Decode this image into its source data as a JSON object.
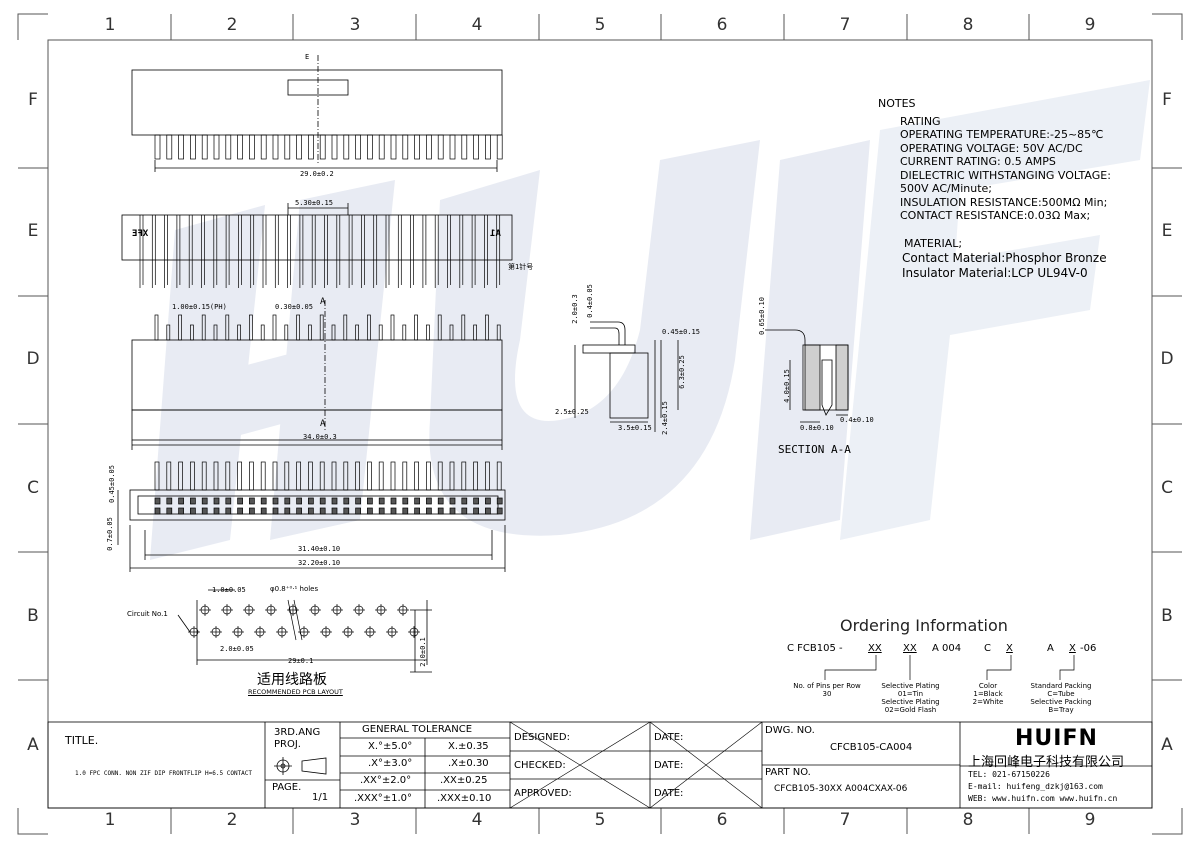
{
  "zones": {
    "columns": [
      "1",
      "2",
      "3",
      "4",
      "5",
      "6",
      "7",
      "8",
      "9"
    ],
    "rows": [
      "F",
      "E",
      "D",
      "C",
      "B",
      "A"
    ]
  },
  "notes": {
    "heading": "NOTES",
    "rating_heading": "RATING",
    "lines": [
      "OPERATING TEMPERATURE:-25~85℃",
      "OPERATING VOLTAGE: 50V AC/DC",
      "CURRENT RATING: 0.5 AMPS",
      "DIELECTRIC WITHSTANGING VOLTAGE:",
      " 500V AC/Minute;",
      "INSULATION RESISTANCE:500MΩ Min;",
      "CONTACT RESISTANCE:0.03Ω Max;"
    ],
    "material_heading": "MATERIAL;",
    "material_lines": [
      "Contact Material:Phosphor Bronze",
      "Insulator Material:LCP UL94V-0"
    ]
  },
  "drawing": {
    "top_view": {
      "dim_width": "29.0±0.2",
      "marker": "E"
    },
    "front_view": {
      "dim_pitch_window": "5.30±0.15",
      "left_mark": "XFE",
      "right_mark": "A1",
      "callout": "第1针号"
    },
    "side_view": {
      "dim_pitch": "1.00±0.15(PH)",
      "dim_pin": "0.30±0.05",
      "dim_total": "34.0±0.3",
      "section_mark": "A"
    },
    "bottom_view": {
      "dim_a": "0.45±0.05",
      "dim_b": "0.7±0.05",
      "dim_inner": "31.40±0.10",
      "dim_outer": "32.20±0.10"
    },
    "profile_view": {
      "d1": "2.0±0.3",
      "d2": "0.4±0.05",
      "d3": "0.45±0.15",
      "d4": "6.3±0.25",
      "d5": "2.5±0.25",
      "d6": "3.5±0.15",
      "d7": "2.4±0.15"
    },
    "section_view": {
      "title": "SECTION A-A",
      "d1": "0.65±0.10",
      "d2": "4.0±0.15",
      "d3": "0.8±0.10",
      "d4": "0.4±0.10"
    },
    "pcb_layout": {
      "title_cn": "适用线路板",
      "title_en": "RECOMMENDED PCB LAYOUT",
      "circuit_label": "Circuit No.1",
      "holes_label": "φ0.8⁺⁰·¹ holes",
      "pitch": "1.0±0.05",
      "row_pitch": "2.0±0.05",
      "span": "29±0.1",
      "height": "2.0±0.1"
    },
    "ordering": {
      "title": "Ordering Information",
      "code_parts": [
        "C FCB105 -",
        "XX",
        "XX",
        "A  004",
        "C",
        "X",
        "A",
        "X",
        "-06"
      ],
      "legend": [
        [
          "No. of Pins per Row",
          "30"
        ],
        [
          "Selective Plating",
          "01=Tin",
          "Selective Plating",
          "02=Gold Flash"
        ],
        [
          "Color",
          "1=Black",
          "2=White"
        ],
        [
          "Standard Packing",
          "C=Tube",
          "Selective Packing",
          "B=Tray"
        ]
      ]
    }
  },
  "title_block": {
    "title_label": "TITLE.",
    "title_text": "1.0 FPC CONN. NON ZIF DIP FRONTFLIP H=6.5 CONTACT",
    "proj_label": "3RD.ANG\nPROJ.",
    "page_label": "PAGE.",
    "page_value": "1/1",
    "tolerance_heading": "GENERAL TOLERANCE",
    "tolerance_rows": [
      [
        "X.°±5.0°",
        "X.±0.35"
      ],
      [
        ".X°±3.0°",
        ".X±0.30"
      ],
      [
        ".XX°±2.0°",
        ".XX±0.25"
      ],
      [
        ".XXX°±1.0°",
        ".XXX±0.10"
      ]
    ],
    "designed_label": "DESIGNED:",
    "checked_label": "CHECKED:",
    "approved_label": "APPROVED:",
    "date_label": "DATE:",
    "dwg_label": "DWG. NO.",
    "dwg_value": "CFCB105-CA004",
    "part_label": "PART NO.",
    "part_value": "CFCB105-30XX A004CXAX-06",
    "logo": "HUIFN",
    "company_cn": "上海回峰电子科技有限公司",
    "tel": "TEL: 021-67150226",
    "email": "E-mail: huifeng_dzkj@163.com",
    "web": "WEB: www.huifn.com  www.huifn.cn"
  },
  "colors": {
    "line": "#000000",
    "watermark": "#e6e9f2",
    "frame": "#555555"
  }
}
